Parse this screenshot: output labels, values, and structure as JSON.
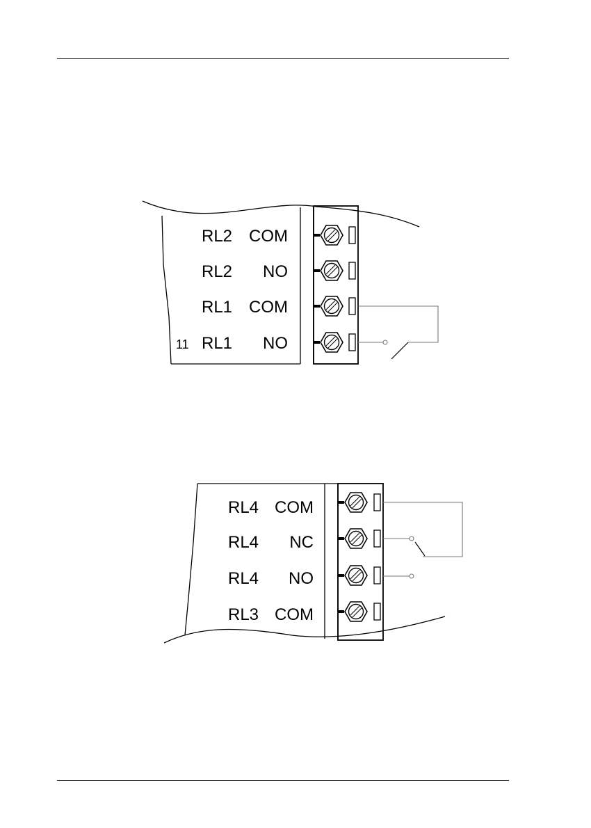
{
  "page": {
    "background": "#ffffff",
    "line_color": "#000000",
    "wire_color": "#777777"
  },
  "figure1": {
    "pin_number": "11",
    "terminals": [
      {
        "name": "RL2",
        "pin": "COM"
      },
      {
        "name": "RL2",
        "pin": "NO"
      },
      {
        "name": "RL1",
        "pin": "COM"
      },
      {
        "name": "RL1",
        "pin": "NO"
      }
    ]
  },
  "figure2": {
    "terminals": [
      {
        "name": "RL4",
        "pin": "COM"
      },
      {
        "name": "RL4",
        "pin": "NC"
      },
      {
        "name": "RL4",
        "pin": "NO"
      },
      {
        "name": "RL3",
        "pin": "COM"
      }
    ]
  }
}
